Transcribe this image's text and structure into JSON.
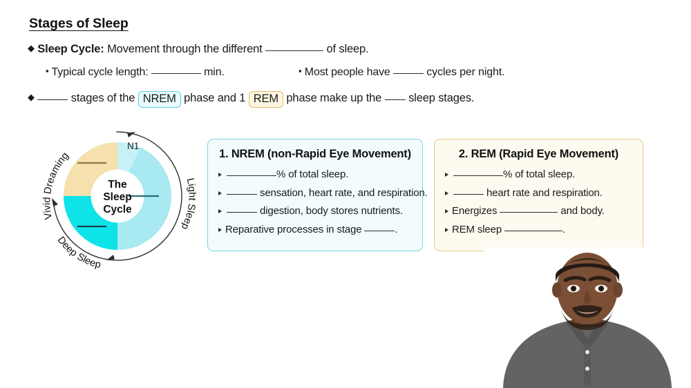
{
  "slide": {
    "title": "Stages of Sleep"
  },
  "bullets": {
    "sleep_cycle_label": "Sleep Cycle:",
    "sleep_cycle_text_before": " Movement through the different ",
    "sleep_cycle_text_after": " of sleep.",
    "typical_before": "Typical cycle length: ",
    "typical_after": " min.",
    "most_before": "Most people have ",
    "most_after": " cycles per night.",
    "stages_before": " stages of the ",
    "tag_nrem": "NREM",
    "stages_mid": " phase and 1 ",
    "tag_rem": "REM",
    "stages_after": " phase make up the ",
    "stages_end": " sleep stages."
  },
  "diagram": {
    "center_line1": "The",
    "center_line2": "Sleep",
    "center_line3": "Cycle",
    "label_n1": "N1",
    "label_vivid": "Vivid Dreaming",
    "label_light": "Light Sleep",
    "label_deep": "Deep Sleep",
    "colors": {
      "vivid_dreaming": "#f5e0ae",
      "light_sleep": "#a9e9f2",
      "n1_segment": "#c8f1f7",
      "deep_sleep": "#0ee3e8",
      "ring_outline": "#3a3a3a",
      "center_fill": "#ffffff"
    }
  },
  "cards": [
    {
      "id": "nrem",
      "title": "1. NREM (non-Rapid Eye Movement)",
      "border_color": "#7ed4e4",
      "background_color": "#f2fcfd",
      "items": [
        {
          "before": "",
          "blank": "b-md",
          "after": "% of total sleep."
        },
        {
          "before": "",
          "blank": "b-sm",
          "after": " sensation, heart rate, and respiration."
        },
        {
          "before": "",
          "blank": "b-sm",
          "after": " digestion, body stores nutrients."
        },
        {
          "before": "Reparative processes in stage ",
          "blank": "b-sm",
          "after": "."
        }
      ]
    },
    {
      "id": "rem",
      "title": "2. REM (Rapid Eye Movement)",
      "border_color": "#e8c88a",
      "background_color": "#fdfaef",
      "items": [
        {
          "before": "",
          "blank": "b-md",
          "after": "% of total sleep."
        },
        {
          "before": "",
          "blank": "b-sm",
          "after": " heart rate and respiration."
        },
        {
          "before": "Energizes ",
          "blank": "b-lg",
          "after": " and body."
        },
        {
          "before": "REM sleep ",
          "blank": "b-lg",
          "after": "."
        }
      ]
    }
  ],
  "presenter": {
    "shirt_color": "#636363",
    "skin_color": "#7a4f35",
    "hair_color": "#241a14",
    "background_color": "#ffffff"
  }
}
